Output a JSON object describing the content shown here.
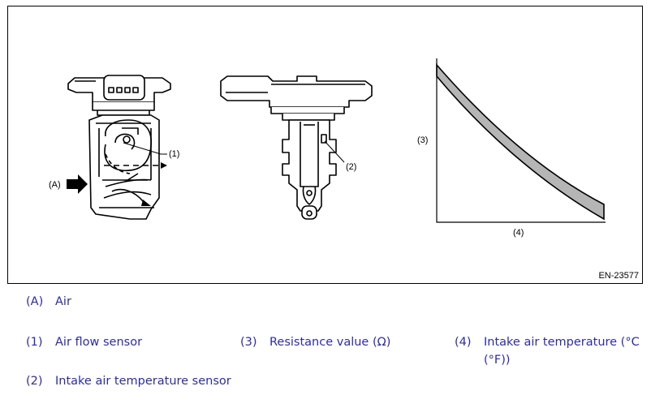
{
  "figure": {
    "id": "EN-23577",
    "callouts": {
      "a": "(A)",
      "c1": "(1)",
      "c2": "(2)",
      "c3": "(3)",
      "c4": "(4)"
    }
  },
  "legend": {
    "items": [
      {
        "key": "(A)",
        "text": "Air"
      },
      {
        "key": "(1)",
        "text": "Air flow sensor"
      },
      {
        "key": "(3)",
        "text": "Resistance value (Ω)"
      },
      {
        "key": "(4)",
        "text": "Intake air temperature (°C (°F))"
      },
      {
        "key": "(2)",
        "text": "Intake air temperature sensor"
      }
    ]
  },
  "colors": {
    "legend_text": "#2b2bb0",
    "line": "#000000",
    "band_fill": "#b5b5b5"
  }
}
